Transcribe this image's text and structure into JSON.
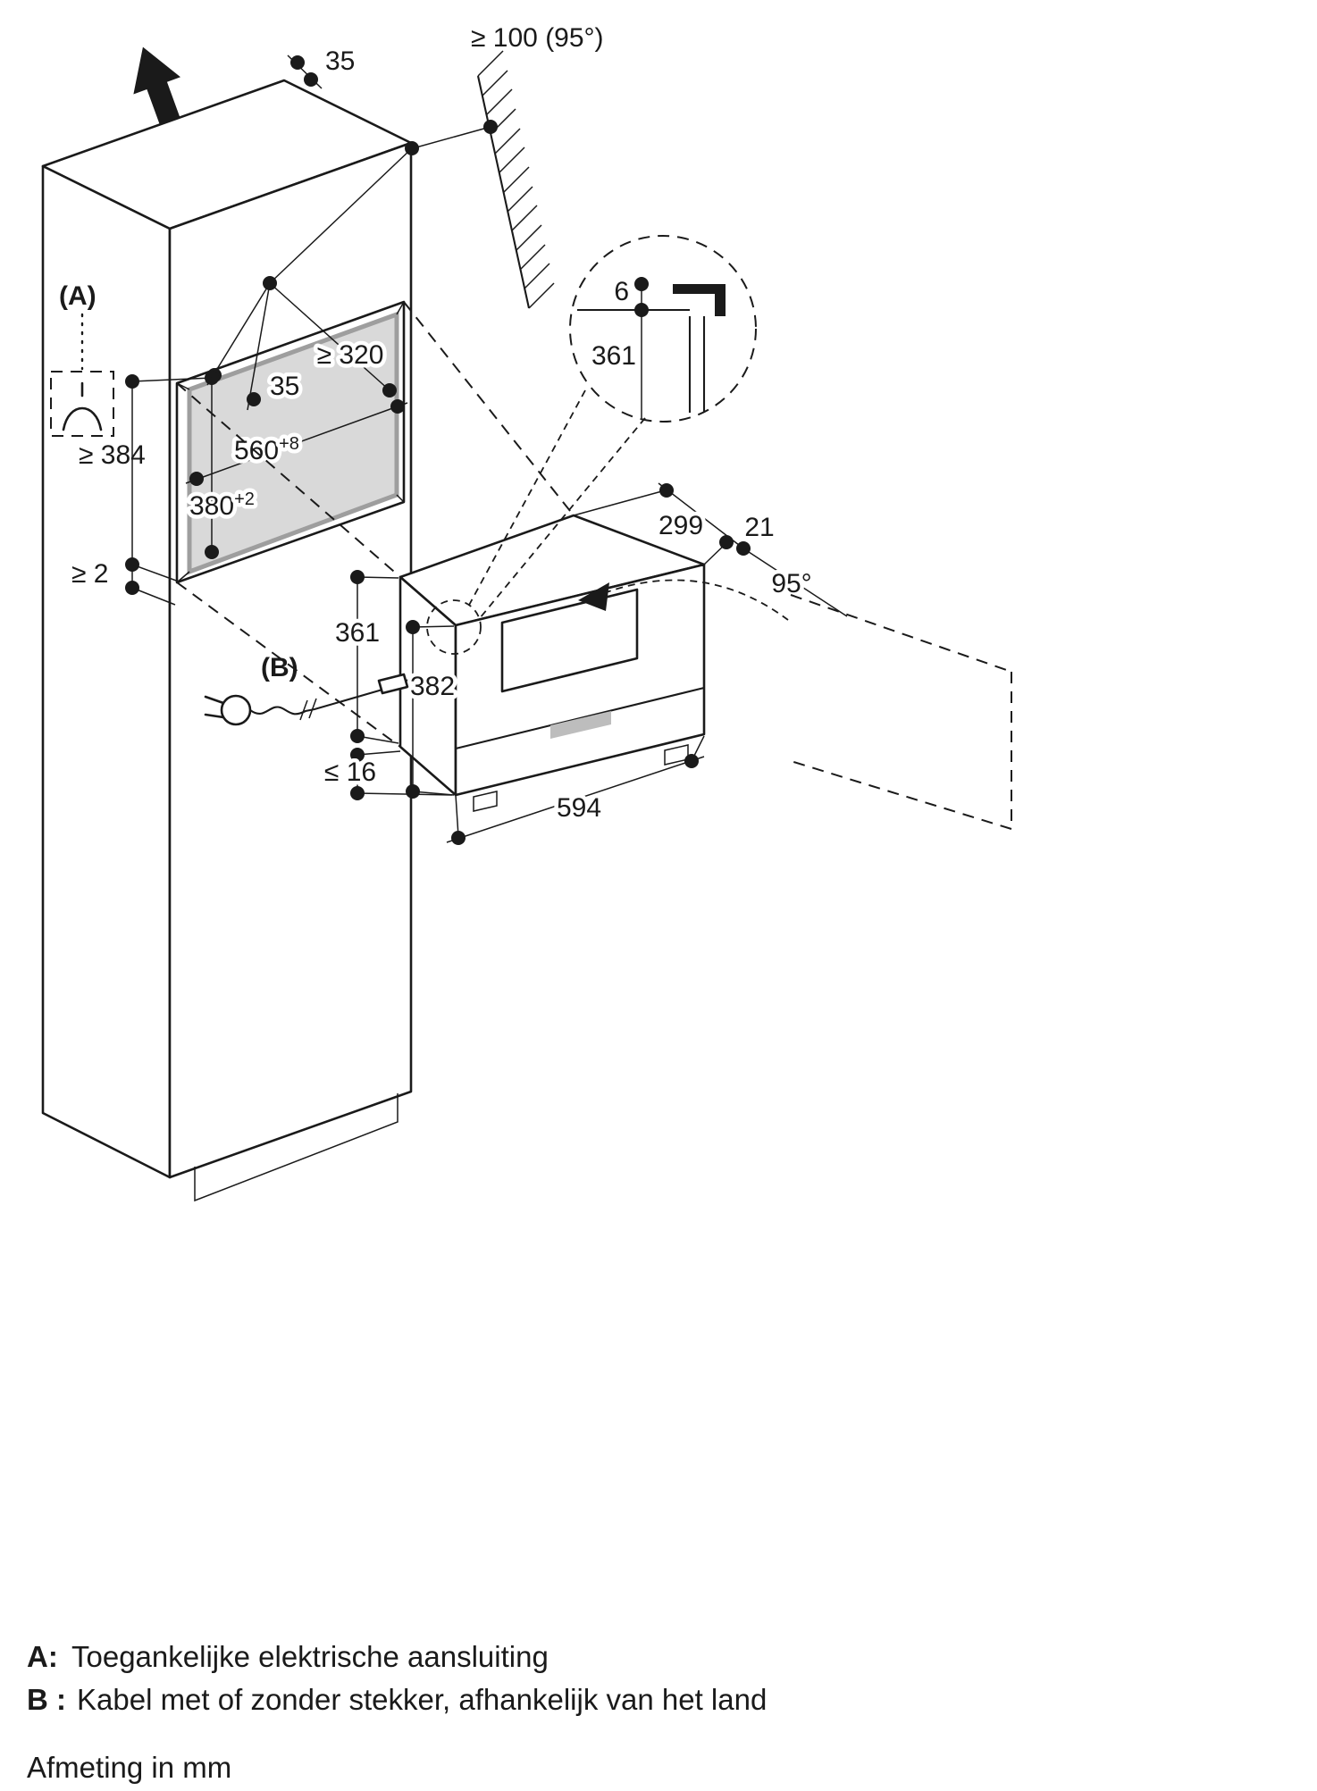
{
  "dims": {
    "top_overhang": "35",
    "wall_distance": "≥ 100 (95°)",
    "niche_depth": "≥ 320",
    "niche_front_offset": "35",
    "niche_width": "560",
    "niche_width_tol": "+8",
    "niche_height": "380",
    "niche_height_tol": "+2",
    "side_clearance_height": "≥ 384",
    "bottom_clearance": "≥ 2",
    "rear_height": "361",
    "appliance_height": "382",
    "foot_adjustment": "≤ 16",
    "appliance_width": "594",
    "appliance_depth": "299",
    "door_thickness": "21",
    "door_opening_angle": "95°",
    "detail_gap": "6",
    "detail_height": "361"
  },
  "callouts": {
    "a": "(A)",
    "b": "(B)"
  },
  "legend": {
    "a_key": "A:",
    "a_text": "Toegankelijke elektrische aansluiting",
    "b_key": "B :",
    "b_text": "Kabel met of zonder stekker, afhankelijk van het land",
    "units": "Afmeting in mm"
  },
  "colors": {
    "line": "#1a1a1a",
    "niche_fill": "#d9d9d9",
    "niche_border": "#9e9e9e",
    "handle_fill": "#bdbdbd"
  }
}
